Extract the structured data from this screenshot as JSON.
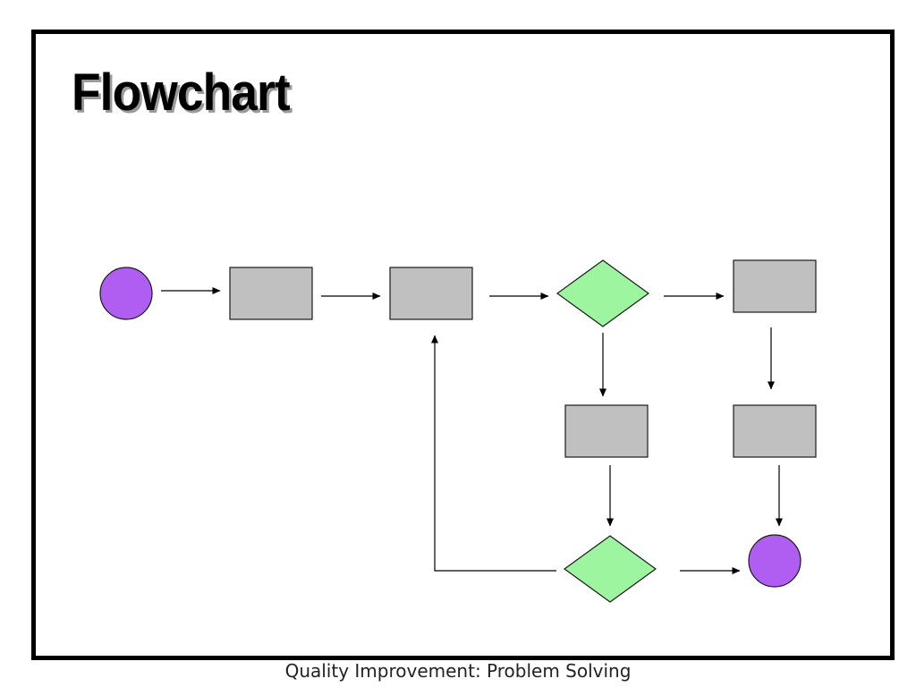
{
  "slide": {
    "title": "Flowchart",
    "footer": "Quality Improvement: Problem Solving"
  },
  "diagram": {
    "colors": {
      "terminal": "#b05ef2",
      "process": "#c0c0c0",
      "decision": "#9ef5a0",
      "stroke": "#1a1a1a"
    },
    "nodes": [
      {
        "id": "start",
        "shape": "circle"
      },
      {
        "id": "process-1",
        "shape": "rectangle"
      },
      {
        "id": "process-2",
        "shape": "rectangle"
      },
      {
        "id": "decision-1",
        "shape": "diamond"
      },
      {
        "id": "process-3",
        "shape": "rectangle"
      },
      {
        "id": "process-4",
        "shape": "rectangle"
      },
      {
        "id": "process-5",
        "shape": "rectangle"
      },
      {
        "id": "decision-2",
        "shape": "diamond"
      },
      {
        "id": "end",
        "shape": "circle"
      }
    ],
    "edges": [
      {
        "from": "start",
        "to": "process-1"
      },
      {
        "from": "process-1",
        "to": "process-2"
      },
      {
        "from": "process-2",
        "to": "decision-1"
      },
      {
        "from": "decision-1",
        "to": "process-3"
      },
      {
        "from": "decision-1",
        "to": "process-4"
      },
      {
        "from": "process-3",
        "to": "process-5"
      },
      {
        "from": "process-4",
        "to": "decision-2"
      },
      {
        "from": "process-5",
        "to": "end"
      },
      {
        "from": "decision-2",
        "to": "end"
      },
      {
        "from": "decision-2",
        "to": "process-2"
      }
    ]
  }
}
